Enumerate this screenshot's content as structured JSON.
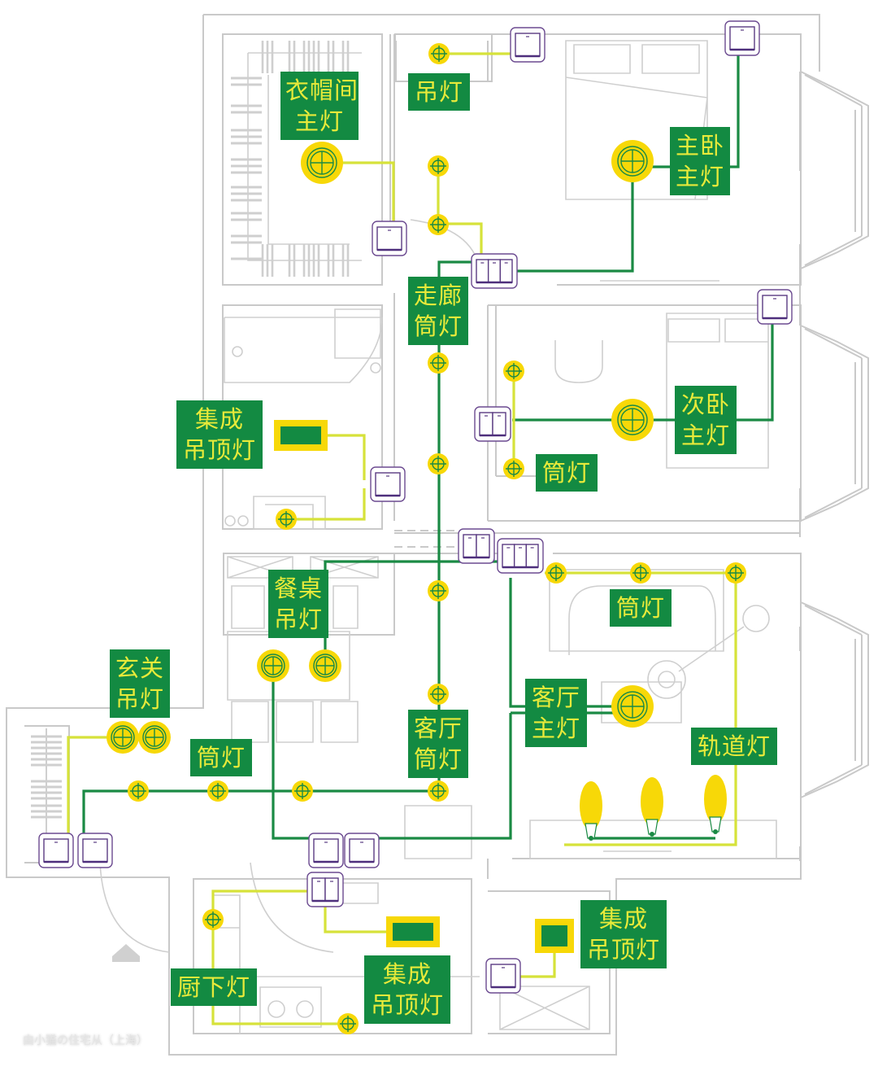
{
  "title": "全屋灯光与开关布置图",
  "colors": {
    "label_bg": "#138a42",
    "label_text": "#e8ea3a",
    "lamp_yellow": "#f7d808",
    "wire_main": "#1a8a44",
    "wire_secondary": "#d6e23a",
    "switch_outline": "#6b4a90",
    "wall_gray": "#c9c9c9"
  },
  "legend_icons": {
    "downlight": "crosshair-circle-small",
    "ceiling_light": "double-ring-crosshair-large",
    "integrated_ceiling_light": "green-rect-yellow-border",
    "switch_single": "one-gang-switch",
    "switch_double": "two-gang-switch",
    "switch_triple": "three-gang-switch",
    "track_spot": "track-spotlight"
  },
  "labels": [
    {
      "id": "cloakroom-main",
      "text": "衣帽间\n主灯",
      "room": "衣帽间"
    },
    {
      "id": "pendant-top",
      "text": "吊灯",
      "room": "阳台"
    },
    {
      "id": "master-bedroom-main",
      "text": "主卧\n主灯",
      "room": "主卧"
    },
    {
      "id": "corridor-downlight",
      "text": "走廊\n筒灯",
      "room": "走廊"
    },
    {
      "id": "bathroom-integrated",
      "text": "集成\n吊顶灯",
      "room": "卫生间"
    },
    {
      "id": "second-bedroom-main",
      "text": "次卧\n主灯",
      "room": "次卧"
    },
    {
      "id": "second-bedroom-downlight",
      "text": "筒灯",
      "room": "次卧"
    },
    {
      "id": "dining-pendant",
      "text": "餐桌\n吊灯",
      "room": "餐厅"
    },
    {
      "id": "living-downlight-top",
      "text": "筒灯",
      "room": "客厅"
    },
    {
      "id": "entry-pendant",
      "text": "玄关\n吊灯",
      "room": "玄关"
    },
    {
      "id": "living-main",
      "text": "客厅\n主灯",
      "room": "客厅"
    },
    {
      "id": "hall-downlight",
      "text": "筒灯",
      "room": "过道"
    },
    {
      "id": "living-room-downlight",
      "text": "客厅\n筒灯",
      "room": "客厅"
    },
    {
      "id": "track-light",
      "text": "轨道灯",
      "room": "客厅"
    },
    {
      "id": "under-cabinet",
      "text": "厨下灯",
      "room": "厨房"
    },
    {
      "id": "kitchen-integrated",
      "text": "集成\n吊顶灯",
      "room": "厨房"
    },
    {
      "id": "balcony-integrated",
      "text": "集成\n吊顶灯",
      "room": "生活阳台"
    }
  ],
  "lamps": [
    {
      "type": "downlight",
      "room": "阳台"
    },
    {
      "type": "ceiling_light",
      "room": "衣帽间"
    },
    {
      "type": "ceiling_light",
      "room": "主卧"
    },
    {
      "type": "downlight",
      "room": "走廊"
    },
    {
      "type": "downlight",
      "room": "走廊"
    },
    {
      "type": "downlight",
      "room": "走廊"
    },
    {
      "type": "downlight",
      "room": "走廊"
    },
    {
      "type": "integrated_ceiling_light",
      "room": "卫生间"
    },
    {
      "type": "downlight",
      "room": "卫生间"
    },
    {
      "type": "downlight",
      "room": "次卧"
    },
    {
      "type": "downlight",
      "room": "次卧"
    },
    {
      "type": "ceiling_light",
      "room": "次卧"
    },
    {
      "type": "downlight",
      "room": "客厅"
    },
    {
      "type": "downlight",
      "room": "客厅"
    },
    {
      "type": "downlight",
      "room": "客厅"
    },
    {
      "type": "downlight",
      "room": "客厅"
    },
    {
      "type": "downlight",
      "room": "客厅"
    },
    {
      "type": "downlight",
      "room": "客厅"
    },
    {
      "type": "ceiling_light",
      "room": "餐厅"
    },
    {
      "type": "ceiling_light",
      "room": "餐厅"
    },
    {
      "type": "ceiling_light",
      "room": "客厅"
    },
    {
      "type": "ceiling_light",
      "room": "玄关"
    },
    {
      "type": "ceiling_light",
      "room": "玄关"
    },
    {
      "type": "downlight",
      "room": "过道"
    },
    {
      "type": "downlight",
      "room": "过道"
    },
    {
      "type": "downlight",
      "room": "过道"
    },
    {
      "type": "track_spot",
      "room": "客厅"
    },
    {
      "type": "track_spot",
      "room": "客厅"
    },
    {
      "type": "track_spot",
      "room": "客厅"
    },
    {
      "type": "downlight",
      "room": "厨房"
    },
    {
      "type": "downlight",
      "room": "厨房"
    },
    {
      "type": "integrated_ceiling_light",
      "room": "厨房"
    },
    {
      "type": "integrated_ceiling_light",
      "room": "生活阳台"
    }
  ],
  "switches": [
    {
      "gangs": 1,
      "room": "阳台"
    },
    {
      "gangs": 1,
      "room": "主卧"
    },
    {
      "gangs": 1,
      "room": "衣帽间"
    },
    {
      "gangs": 3,
      "room": "走廊"
    },
    {
      "gangs": 1,
      "room": "次卧"
    },
    {
      "gangs": 2,
      "room": "次卧"
    },
    {
      "gangs": 1,
      "room": "卫生间"
    },
    {
      "gangs": 2,
      "room": "走廊"
    },
    {
      "gangs": 3,
      "room": "客厅"
    },
    {
      "gangs": 1,
      "room": "玄关"
    },
    {
      "gangs": 1,
      "room": "玄关"
    },
    {
      "gangs": 1,
      "room": "餐厅"
    },
    {
      "gangs": 1,
      "room": "餐厅"
    },
    {
      "gangs": 2,
      "room": "厨房"
    },
    {
      "gangs": 1,
      "room": "生活阳台"
    }
  ],
  "watermark": "由小猫の住宅从（上海）"
}
